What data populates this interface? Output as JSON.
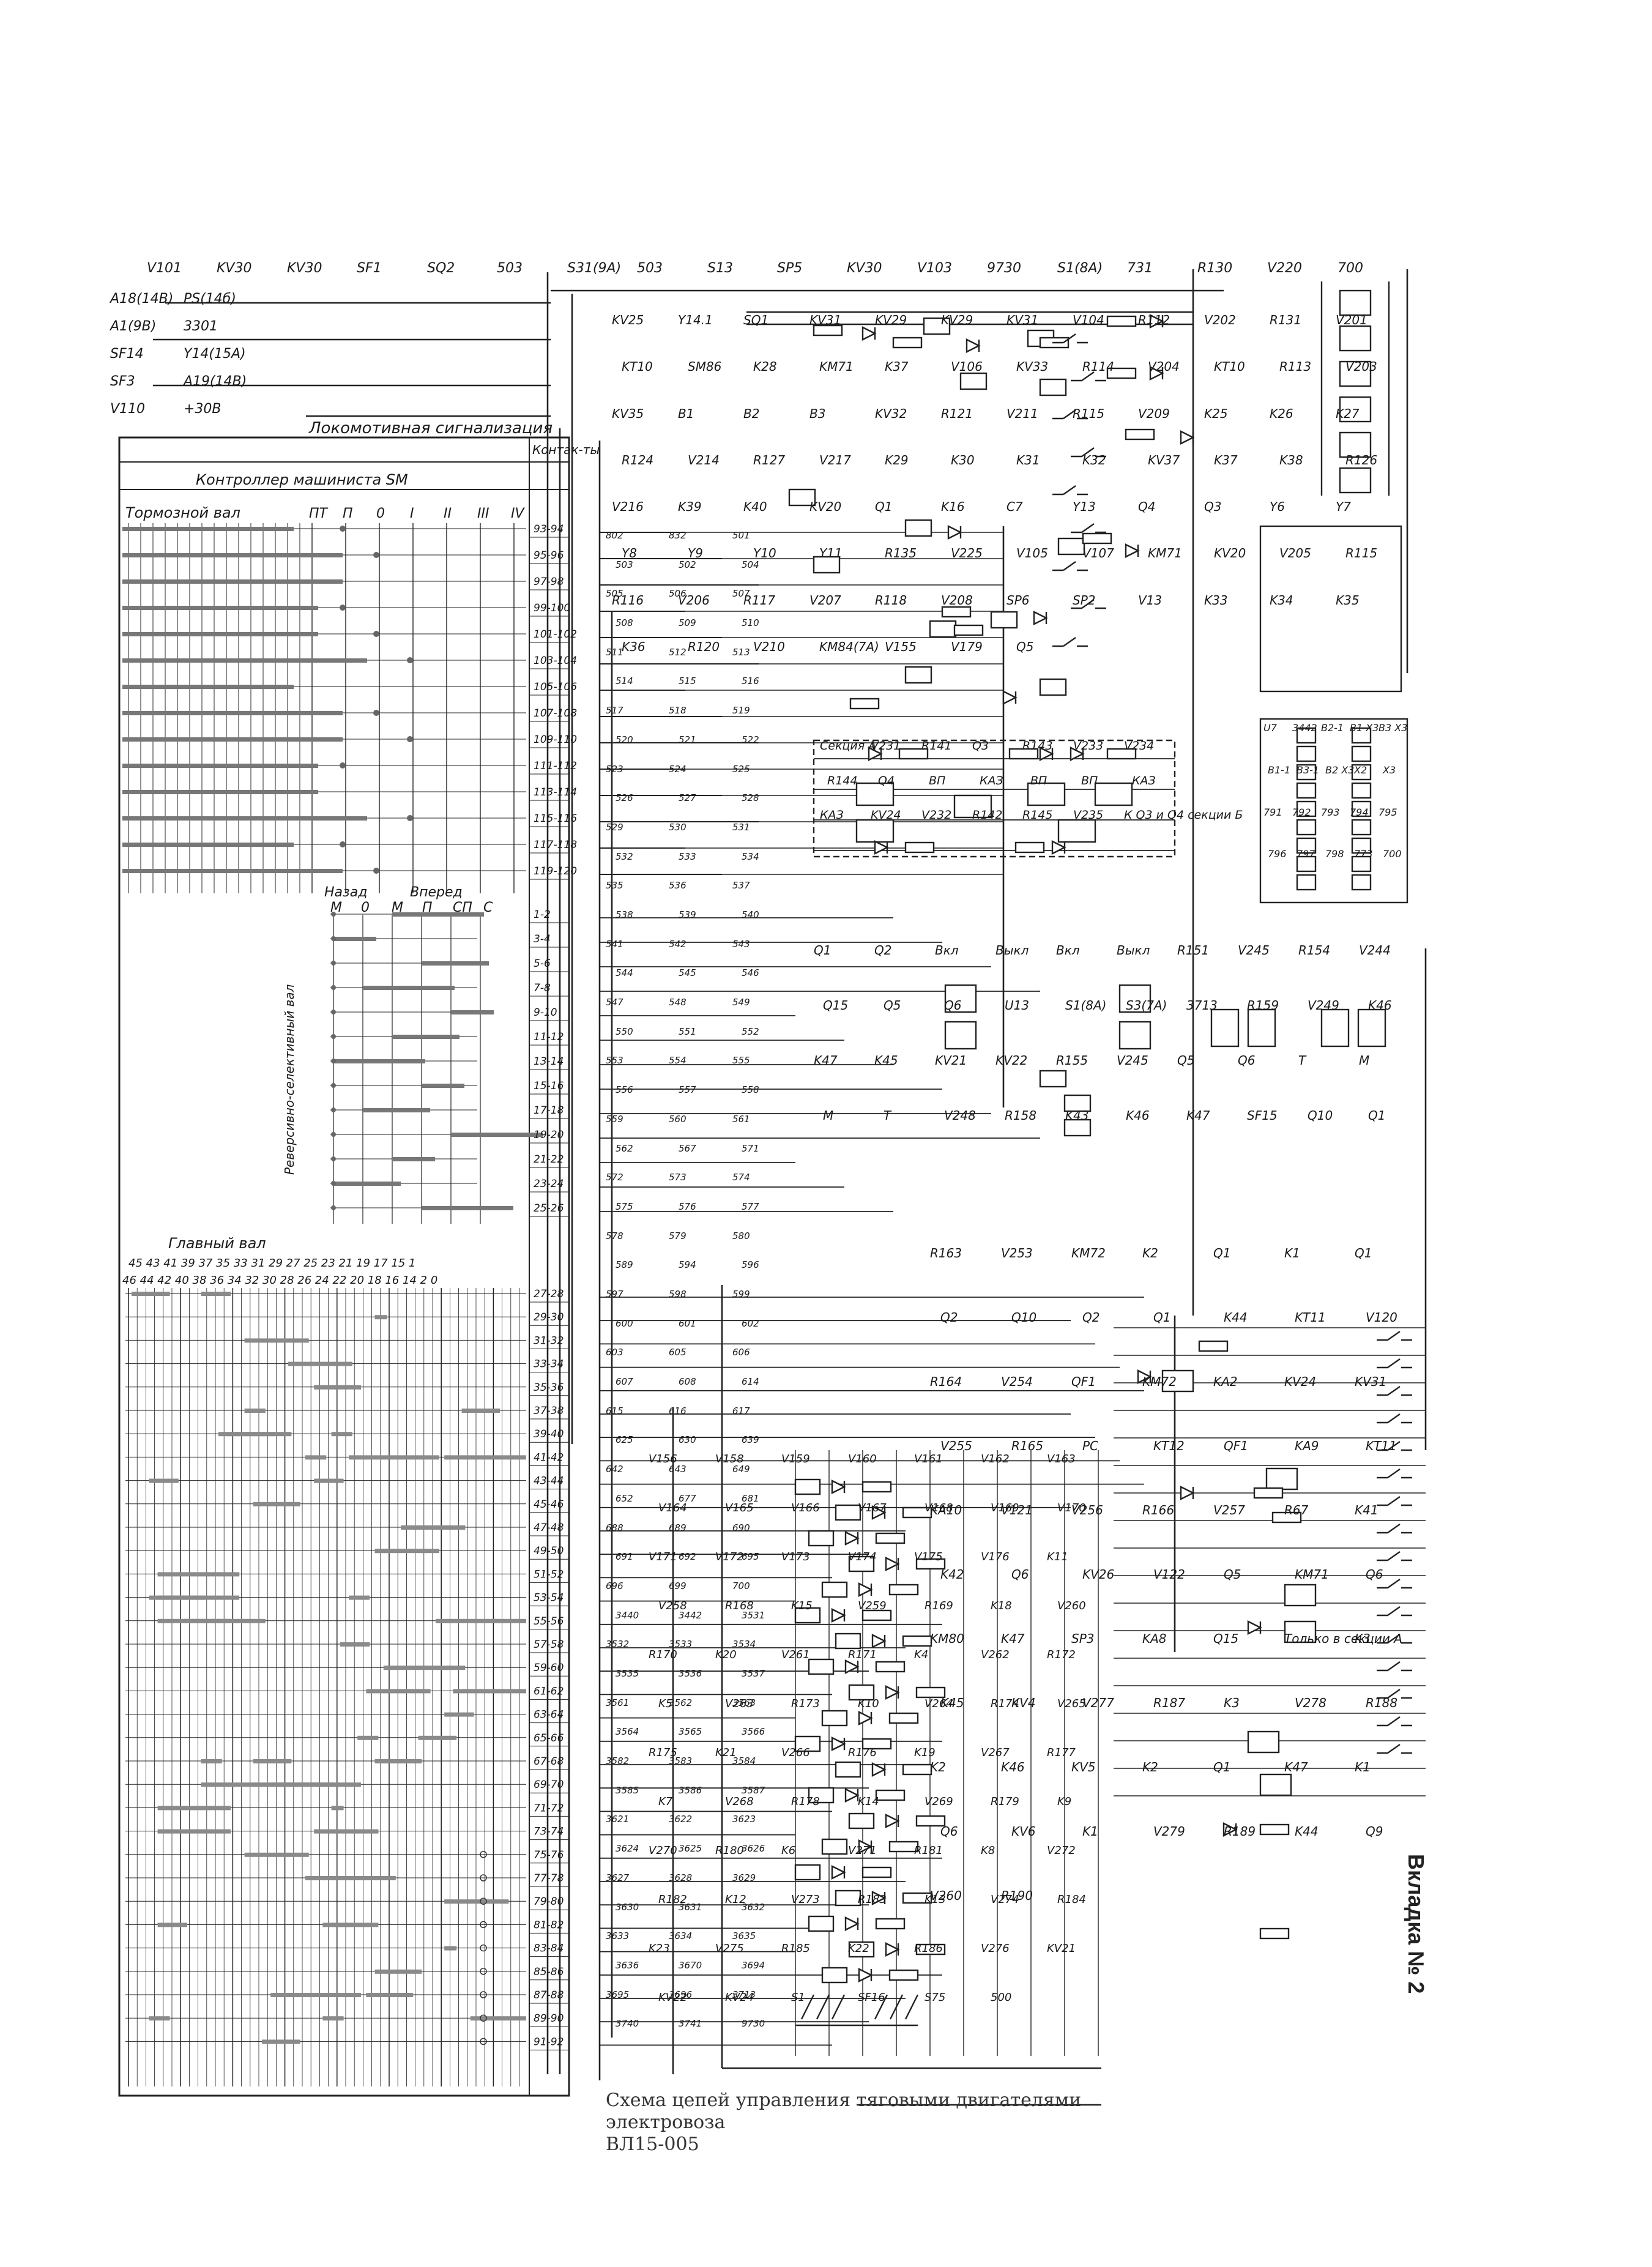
{
  "sheet": {
    "side_label": "Вкладка № 2",
    "caption_line1": "Схема цепей управления тяговыми двигателями электровоза",
    "caption_line2": "ВЛ15-005"
  },
  "panel": {
    "signal_title": "Локомотивная сигнализация",
    "controller_title": "Контроллер машиниста SM",
    "contacts_header": "Контак-ты",
    "brake_shaft": "Тормозной вал",
    "brake_positions": [
      "ПТ",
      "П",
      "0",
      "I",
      "II",
      "III",
      "IV"
    ],
    "reverse_shaft": "Реверсивно-селективный вал",
    "reverse_back": "Назад",
    "reverse_forward": "Вперед",
    "reverse_positions": [
      "М",
      "0",
      "М",
      "П",
      "СП",
      "С"
    ],
    "main_shaft": "Главный вал",
    "main_positions_top": "45 43 41 39 37   35 33 31 29 27 25 23 21   19 17 15   1",
    "main_positions_bottom": "46 44 42 40 38 36   34 32 30 28 26 24 22   20 18 16 14   2 0",
    "contact_rows": [
      "93-94",
      "95-96",
      "97-98",
      "99-100",
      "101-102",
      "103-104",
      "105-106",
      "107-108",
      "109-110",
      "111-112",
      "113-114",
      "115-116",
      "117-118",
      "119-120",
      "1-2",
      "3-4",
      "5-6",
      "7-8",
      "9-10",
      "11-12",
      "13-14",
      "15-16",
      "17-18",
      "19-20",
      "21-22",
      "23-24",
      "25-26",
      "27-28",
      "29-30",
      "31-32",
      "33-34",
      "35-36",
      "37-38",
      "39-40",
      "41-42",
      "43-44",
      "45-46",
      "47-48",
      "49-50",
      "51-52",
      "53-54",
      "55-56",
      "57-58",
      "59-60",
      "61-62",
      "63-64",
      "65-66",
      "67-68",
      "69-70",
      "71-72",
      "73-74",
      "75-76",
      "77-78",
      "79-80",
      "81-82",
      "83-84",
      "85-86",
      "87-88",
      "89-90",
      "91-92"
    ]
  },
  "circuit": {
    "top_labels": [
      "V101",
      "KV30",
      "KV30",
      "SF1",
      "SQ2",
      "503",
      "S31(9А)",
      "503",
      "S13",
      "SP5",
      "KV30",
      "V103",
      "9730",
      "S1(8А)",
      "731",
      "R130",
      "V220",
      "700"
    ],
    "left_sources": [
      "А18(14В)",
      "PS(14б)",
      "А1(9В)",
      "3301",
      "SF14",
      "Y14(15А)",
      "SF3",
      "А19(14В)",
      "V110",
      "+30В"
    ],
    "relay_labels": [
      "KV25",
      "Y14.1",
      "SQ1",
      "KV31",
      "KV29",
      "KV29",
      "KV31",
      "V104",
      "R112",
      "V202",
      "R131",
      "V201",
      "KT10",
      "SM86",
      "K28",
      "KM71",
      "K37",
      "V106",
      "KV33",
      "R114",
      "V204",
      "KT10",
      "R113",
      "V203",
      "KV35",
      "B1",
      "B2",
      "B3",
      "KV32",
      "R121",
      "V211",
      "R115",
      "V209",
      "K25",
      "K26",
      "K27",
      "R124",
      "V214",
      "R127",
      "V217",
      "K29",
      "K30",
      "K31",
      "K32",
      "KV37",
      "K37",
      "K38",
      "R126",
      "V216",
      "K39",
      "K40",
      "KV20",
      "Q1",
      "K16",
      "C7",
      "Y13",
      "Q4",
      "Q3",
      "Y6",
      "Y7",
      "Y8",
      "Y9",
      "Y10",
      "Y11",
      "R135",
      "V225",
      "V105",
      "V107",
      "KM71",
      "KV20",
      "V205",
      "R115",
      "R116",
      "V206",
      "R117",
      "V207",
      "R118",
      "V208",
      "SP6",
      "SP2",
      "V13",
      "K33",
      "K34",
      "K35",
      "K36",
      "R120",
      "V210",
      "KM84(7А)",
      "V155",
      "V179",
      "Q5"
    ],
    "section_a": [
      "Секция А",
      "V231",
      "R141",
      "Q3",
      "R143",
      "V233",
      "V234",
      "R144",
      "Q4",
      "ВП",
      "КАЗ",
      "ВП",
      "ВП",
      "КАЗ",
      "КАЗ",
      "KV24",
      "V232",
      "R142",
      "R145",
      "V235",
      "К Q3 и Q4 секции Б"
    ],
    "terminal_block": [
      "U7",
      "3442",
      "B2-1",
      "B1 X3",
      "B3 X3",
      "B1-1",
      "B3-1",
      "B2 X3",
      "X2",
      "X3",
      "791",
      "792",
      "793",
      "794",
      "795",
      "796",
      "797",
      "798",
      "773",
      "700"
    ],
    "mid_labels": [
      "Q1",
      "Q2",
      "Вкл",
      "Выкл",
      "Вкл",
      "Выкл",
      "R151",
      "V245",
      "R154",
      "V244",
      "Q15",
      "Q5",
      "Q6",
      "U13",
      "S1(8А)",
      "S3(7А)",
      "3713",
      "R159",
      "V249",
      "K46",
      "K47",
      "K45",
      "KV21",
      "KV22",
      "R155",
      "V245",
      "Q5",
      "Q6",
      "T",
      "M",
      "M",
      "T",
      "V248",
      "R158",
      "K43",
      "K46",
      "K47",
      "SF15",
      "Q10",
      "Q1"
    ],
    "lower_labels": [
      "R163",
      "V253",
      "KM72",
      "K2",
      "Q1",
      "K1",
      "Q1",
      "Q2",
      "Q10",
      "Q2",
      "Q1",
      "K44",
      "KT11",
      "V120",
      "R164",
      "V254",
      "QF1",
      "KM72",
      "KA2",
      "KV24",
      "KV31",
      "V255",
      "R165",
      "PC",
      "KT12",
      "QF1",
      "KA9",
      "KT11",
      "KA10",
      "V121",
      "V256",
      "R166",
      "V257",
      "R67",
      "K41",
      "K42",
      "Q6",
      "KV26",
      "V122",
      "Q5",
      "KM71",
      "Q6",
      "KM80",
      "K47",
      "SP3",
      "KA8",
      "Q15",
      "Только в секции А",
      "K3",
      "K45",
      "KV4",
      "V277",
      "R187",
      "K3",
      "V278",
      "R188",
      "K2",
      "K46",
      "KV5",
      "K2",
      "Q1",
      "K47",
      "K1",
      "Q6",
      "KV6",
      "K1",
      "V279",
      "R189",
      "K44",
      "Q9",
      "V260",
      "R190"
    ],
    "relay_ladder": [
      "V156",
      "V158",
      "V159",
      "V160",
      "V161",
      "V162",
      "V163",
      "V164",
      "V165",
      "V166",
      "V167",
      "V168",
      "V169",
      "V170",
      "V171",
      "V172",
      "V173",
      "V174",
      "V175",
      "V176",
      "K11",
      "V258",
      "R168",
      "K15",
      "V259",
      "R169",
      "K18",
      "V260",
      "R170",
      "K20",
      "V261",
      "R171",
      "K4",
      "V262",
      "R172",
      "K5",
      "V263",
      "R173",
      "K10",
      "V264",
      "R174",
      "V265",
      "R175",
      "K21",
      "V266",
      "R176",
      "K19",
      "V267",
      "R177",
      "K7",
      "V268",
      "R178",
      "K14",
      "V269",
      "R179",
      "K9",
      "V270",
      "R180",
      "K6",
      "V271",
      "R181",
      "K8",
      "V272",
      "R182",
      "K12",
      "V273",
      "R183",
      "K13",
      "V274",
      "R184",
      "K23",
      "V275",
      "R185",
      "K22",
      "R186",
      "V276",
      "KV21",
      "KV22",
      "KV24",
      "S1",
      "SF16",
      "S75",
      "500"
    ],
    "wire_numbers": [
      "802",
      "832",
      "501",
      "503",
      "502",
      "504",
      "505",
      "506",
      "507",
      "508",
      "509",
      "510",
      "511",
      "512",
      "513",
      "514",
      "515",
      "516",
      "517",
      "518",
      "519",
      "520",
      "521",
      "522",
      "523",
      "524",
      "525",
      "526",
      "527",
      "528",
      "529",
      "530",
      "531",
      "532",
      "533",
      "534",
      "535",
      "536",
      "537",
      "538",
      "539",
      "540",
      "541",
      "542",
      "543",
      "544",
      "545",
      "546",
      "547",
      "548",
      "549",
      "550",
      "551",
      "552",
      "553",
      "554",
      "555",
      "556",
      "557",
      "558",
      "559",
      "560",
      "561",
      "562",
      "567",
      "571",
      "572",
      "573",
      "574",
      "575",
      "576",
      "577",
      "578",
      "579",
      "580",
      "589",
      "594",
      "596",
      "597",
      "598",
      "599",
      "600",
      "601",
      "602",
      "603",
      "605",
      "606",
      "607",
      "608",
      "614",
      "615",
      "616",
      "617",
      "625",
      "630",
      "639",
      "642",
      "643",
      "649",
      "652",
      "677",
      "681",
      "688",
      "689",
      "690",
      "691",
      "692",
      "695",
      "696",
      "699",
      "700",
      "3440",
      "3442",
      "3531",
      "3532",
      "3533",
      "3534",
      "3535",
      "3536",
      "3537",
      "3561",
      "3562",
      "3563",
      "3564",
      "3565",
      "3566",
      "3582",
      "3583",
      "3584",
      "3585",
      "3586",
      "3587",
      "3621",
      "3622",
      "3623",
      "3624",
      "3625",
      "3626",
      "3627",
      "3628",
      "3629",
      "3630",
      "3631",
      "3632",
      "3633",
      "3634",
      "3635",
      "3636",
      "3670",
      "3694",
      "3695",
      "3696",
      "3713",
      "3740",
      "3741",
      "9730"
    ]
  }
}
